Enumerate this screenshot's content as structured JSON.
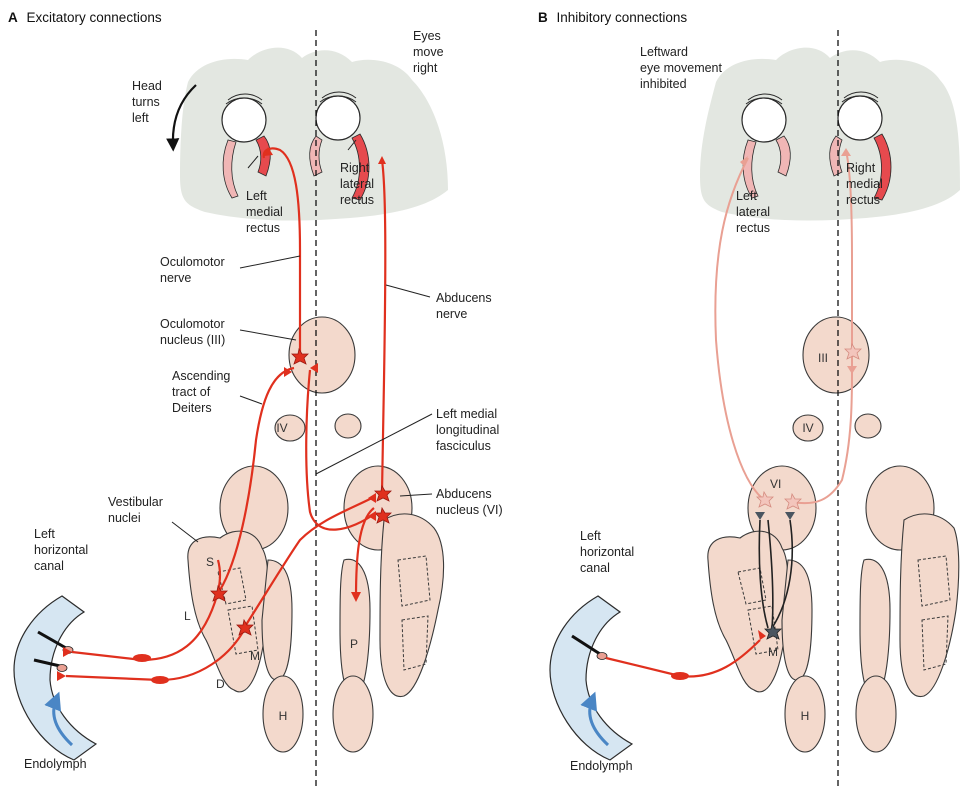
{
  "panels": {
    "a": {
      "letter": "A",
      "title": "Excitatory connections",
      "labels": {
        "head_turns_1": "Head",
        "head_turns_2": "turns",
        "head_turns_3": "left",
        "eyes_move_1": "Eyes",
        "eyes_move_2": "move",
        "eyes_move_3": "right",
        "left_medial_1": "Left",
        "left_medial_2": "medial",
        "left_medial_3": "rectus",
        "right_lateral_1": "Right",
        "right_lateral_2": "lateral",
        "right_lateral_3": "rectus",
        "oculomotor_nerve_1": "Oculomotor",
        "oculomotor_nerve_2": "nerve",
        "abducens_nerve_1": "Abducens",
        "abducens_nerve_2": "nerve",
        "oculomotor_nucleus_1": "Oculomotor",
        "oculomotor_nucleus_2": "nucleus (III)",
        "ascending_1": "Ascending",
        "ascending_2": "tract of",
        "ascending_3": "Deiters",
        "mlf_1": "Left medial",
        "mlf_2": "longitudinal",
        "mlf_3": "fasciculus",
        "vestibular_1": "Vestibular",
        "vestibular_2": "nuclei",
        "abducens_nucleus_1": "Abducens",
        "abducens_nucleus_2": "nucleus (VI)",
        "canal_1": "Left",
        "canal_2": "horizontal",
        "canal_3": "canal",
        "endolymph": "Endolymph",
        "iv": "IV",
        "s": "S",
        "l": "L",
        "m": "M",
        "d": "D",
        "p": "P",
        "h": "H"
      }
    },
    "b": {
      "letter": "B",
      "title": "Inhibitory connections",
      "labels": {
        "leftward_1": "Leftward",
        "leftward_2": "eye movement",
        "leftward_3": "inhibited",
        "left_lateral_1": "Left",
        "left_lateral_2": "lateral",
        "left_lateral_3": "rectus",
        "right_medial_1": "Right",
        "right_medial_2": "medial",
        "right_medial_3": "rectus",
        "iii": "III",
        "iv": "IV",
        "vi": "VI",
        "canal_1": "Left",
        "canal_2": "horizontal",
        "canal_3": "canal",
        "endolymph": "Endolymph",
        "m": "M",
        "h": "H"
      }
    }
  },
  "colors": {
    "excitatory": "#e0301e",
    "inhibitory": "#e9a093",
    "tissue": "#f3d9cc",
    "skull": "#e3e7e1",
    "canal": "#d6e6f2",
    "inhibitory_interneuron": "#4a5560"
  }
}
